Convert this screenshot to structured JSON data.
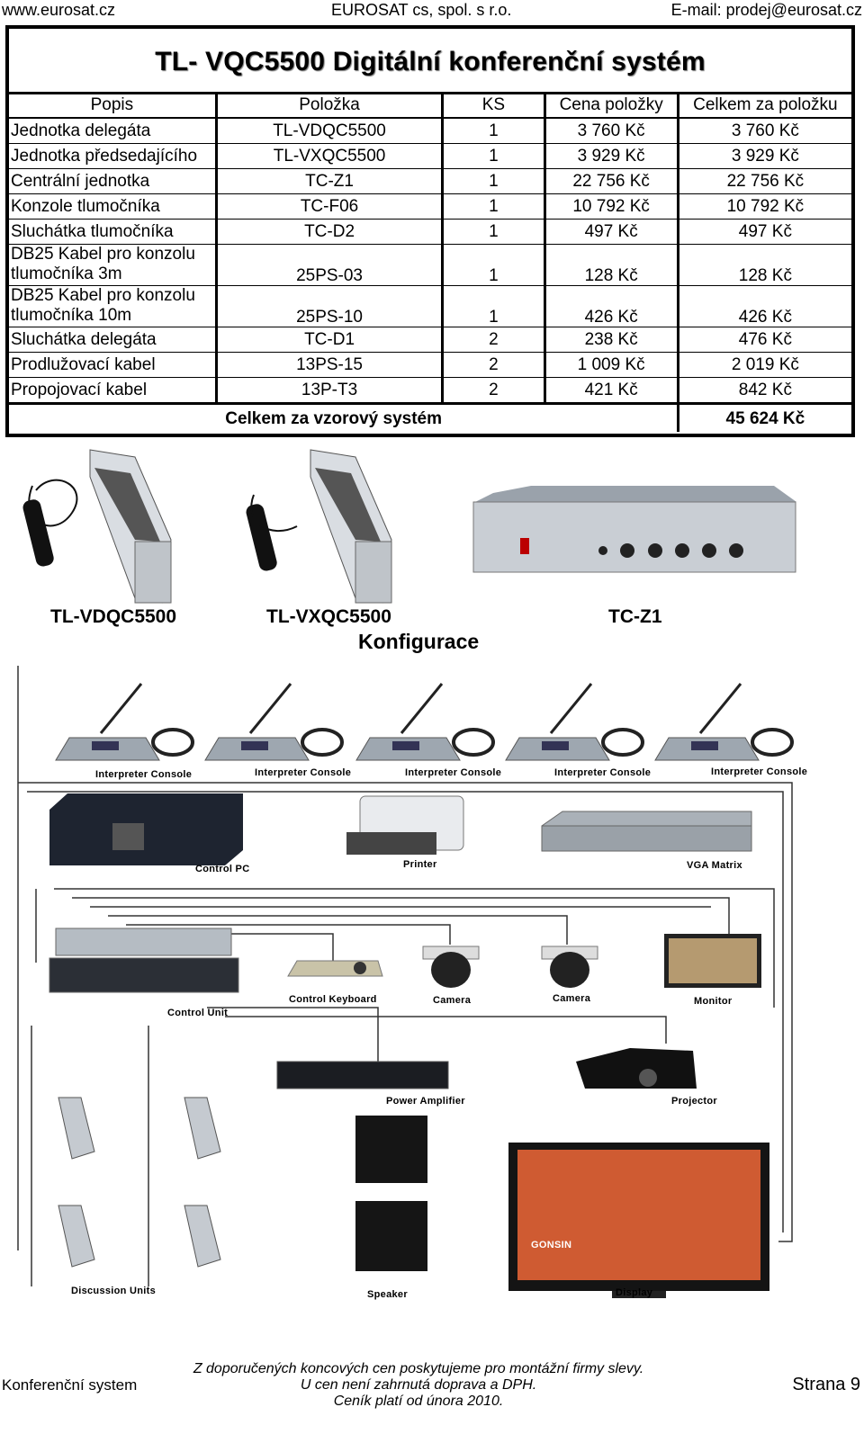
{
  "header": {
    "left": "www.eurosat.cz",
    "center": "EUROSAT cs, spol. s r.o.",
    "right": "E-mail: prodej@eurosat.cz"
  },
  "title": "TL- VQC5500  Digitální konferenční systém",
  "table": {
    "columns": [
      "Popis",
      "Položka",
      "KS",
      "Cena položky",
      "Celkem za položku"
    ],
    "rows": [
      {
        "popis": "Jednotka delegáta",
        "polozka": "TL-VDQC5500",
        "ks": "1",
        "cena": "3 760 Kč",
        "celkem": "3 760 Kč"
      },
      {
        "popis": "Jednotka předsedajícího",
        "polozka": "TL-VXQC5500",
        "ks": "1",
        "cena": "3 929 Kč",
        "celkem": "3 929 Kč"
      },
      {
        "popis": "Centrální jednotka",
        "polozka": "TC-Z1",
        "ks": "1",
        "cena": "22 756 Kč",
        "celkem": "22 756 Kč"
      },
      {
        "popis": "Konzole tlumočníka",
        "polozka": "TC-F06",
        "ks": "1",
        "cena": "10 792 Kč",
        "celkem": "10 792 Kč"
      },
      {
        "popis": "Sluchátka tlumočníka",
        "polozka": "TC-D2",
        "ks": "1",
        "cena": "497 Kč",
        "celkem": "497 Kč"
      },
      {
        "popis_l1": "DB25 Kabel pro konzolu",
        "popis_l2": "tlumočníka 3m",
        "polozka": "25PS-03",
        "ks": "1",
        "cena": "128 Kč",
        "celkem": "128 Kč"
      },
      {
        "popis_l1": "DB25 Kabel pro konzolu",
        "popis_l2": "tlumočníka 10m",
        "polozka": "25PS-10",
        "ks": "1",
        "cena": "426 Kč",
        "celkem": "426 Kč"
      },
      {
        "popis": "Sluchátka delegáta",
        "polozka": "TC-D1",
        "ks": "2",
        "cena": "238 Kč",
        "celkem": "476 Kč"
      },
      {
        "popis": "Prodlužovací kabel",
        "polozka": "13PS-15",
        "ks": "2",
        "cena": "1 009 Kč",
        "celkem": "2 019 Kč"
      },
      {
        "popis": "Propojovací kabel",
        "polozka": "13P-T3",
        "ks": "2",
        "cena": "421 Kč",
        "celkem": "842 Kč"
      }
    ],
    "total_label": "Celkem za vzorový systém",
    "total_value": "45 624 Kč"
  },
  "products": {
    "p1": "TL-VDQC5500",
    "p2": "TL-VXQC5500",
    "p3": "TC-Z1"
  },
  "section_title": "Konfigurace",
  "diagram": {
    "interpreter_console": "Interpreter Console",
    "control_pc": "Control PC",
    "printer": "Printer",
    "vga_matrix": "VGA Matrix",
    "control_unit": "Control Unit",
    "control_keyboard": "Control Keyboard",
    "camera": "Camera",
    "monitor": "Monitor",
    "power_amplifier": "Power Amplifier",
    "projector": "Projector",
    "discussion_units": "Discussion Units",
    "speaker": "Speaker",
    "display": "Display",
    "brand": "GONSIN"
  },
  "footer": {
    "left": "Konferenční system",
    "note1": "Z doporučených koncových cen poskytujeme pro montážní firmy slevy.",
    "note2": "U cen není zahrnutá doprava a DPH.",
    "note3": "Ceník platí od února 2010.",
    "right": "Strana 9"
  }
}
